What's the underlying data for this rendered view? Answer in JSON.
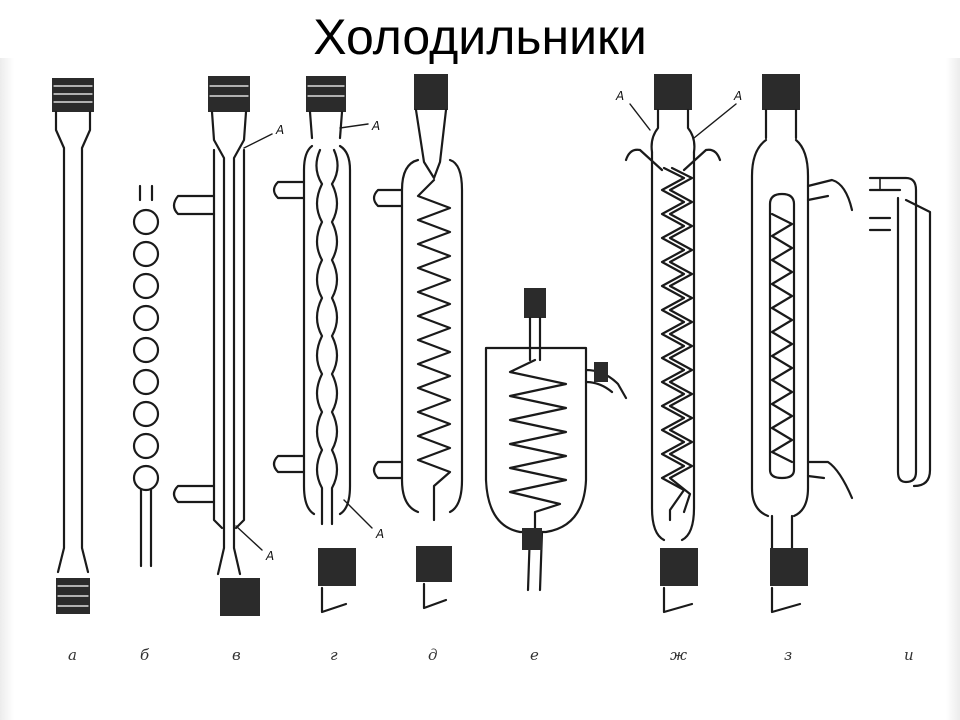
{
  "slide": {
    "title": "Холодильники"
  },
  "diagram": {
    "item_labels": [
      "а",
      "б",
      "в",
      "г",
      "д",
      "е",
      "ж",
      "з",
      "и"
    ],
    "marker_label": "А",
    "line_color": "#1a1a1a",
    "joint_color": "#2b2b2b"
  }
}
